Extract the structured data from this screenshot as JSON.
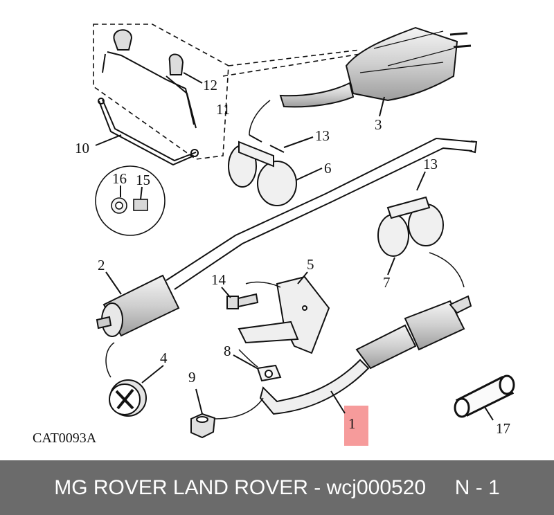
{
  "diagram": {
    "reference_code": "CAT0093A",
    "callouts": {
      "part_1": "1",
      "part_2": "2",
      "part_3": "3",
      "part_4": "4",
      "part_5": "5",
      "part_6": "6",
      "part_7": "7",
      "part_8": "8",
      "part_9": "9",
      "part_10": "10",
      "part_11": "11",
      "part_12": "12",
      "part_13_upper": "13",
      "part_13_lower": "13",
      "part_14": "14",
      "part_15": "15",
      "part_16": "16",
      "part_17": "17"
    },
    "highlight_color": "#f58a8a"
  },
  "footer": {
    "brand": "MG ROVER LAND ROVER",
    "separator": "-",
    "part_number": "wcj000520",
    "position": "N - 1"
  }
}
